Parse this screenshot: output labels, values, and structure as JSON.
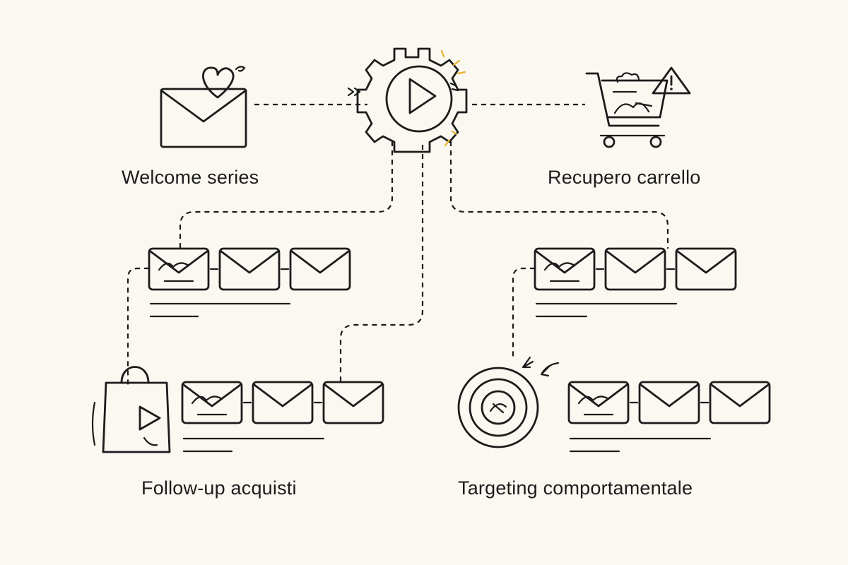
{
  "labels": {
    "welcome": "Welcome series",
    "cart": "Recupero carrello",
    "followup": "Follow-up acquisti",
    "targeting": "Targeting comportamentale"
  },
  "icons": {
    "hub": "gear-play-icon",
    "welcome": "envelope-heart-icon",
    "cart": "cart-warning-icon",
    "followup": "shopping-bag-icon",
    "targeting": "target-icon",
    "email": "envelope-icon"
  },
  "colors": {
    "background": "#fbf7f1",
    "ink": "#1c1c1c",
    "spark": "#e6b325"
  }
}
